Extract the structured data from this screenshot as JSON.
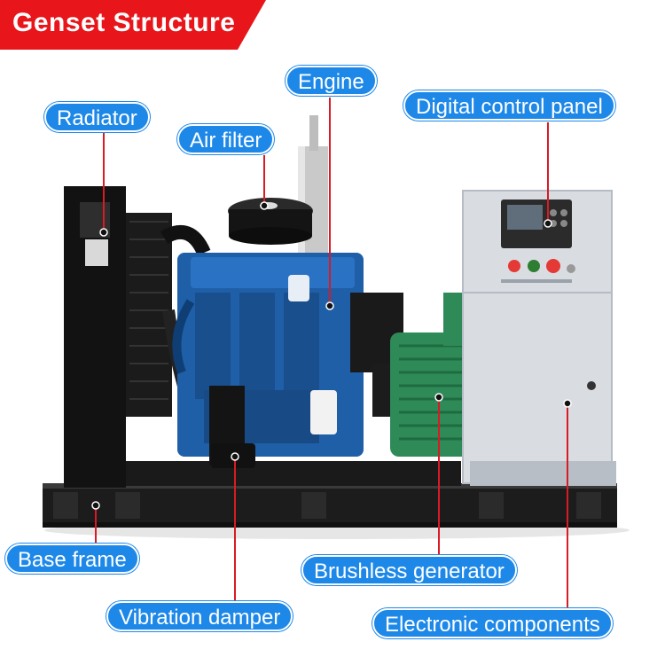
{
  "title": "Genset Structure",
  "colors": {
    "banner": "#e8151b",
    "label_bg": "#1e88e8",
    "leader": "#d81b24",
    "engine_blue": "#1f5fa8",
    "frame": "#222222",
    "cabinet": "#d9dde2",
    "generator_green": "#2e8b57"
  },
  "labels": {
    "radiator": "Radiator",
    "air_filter": "Air filter",
    "engine": "Engine",
    "digital_control_panel": "Digital control panel",
    "base_frame": "Base frame",
    "brushless_generator": "Brushless generator",
    "vibration_damper": "Vibration damper",
    "electronic_components": "Electronic components"
  }
}
